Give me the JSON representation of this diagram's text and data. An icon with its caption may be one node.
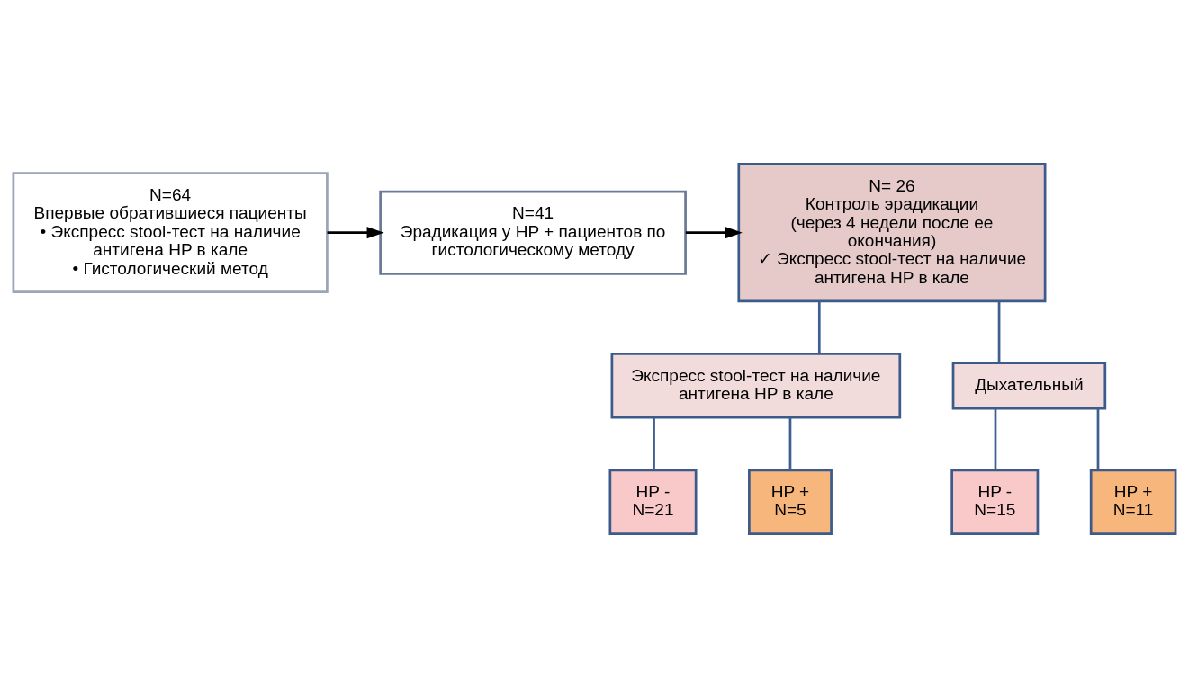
{
  "diagram": {
    "nodes": [
      {
        "text": [
          "N=64",
          "Впервые обратившиеся пациенты",
          "• Экспресс stool-тест на наличие антигена HP в кале",
          "• Гистологический метод"
        ]
      },
      {
        "text": [
          "N=41",
          "Эрадикация у HP + пациентов по гистологическому методу"
        ]
      },
      {
        "text": [
          "N= 26",
          "Контроль эрадикации",
          "(через 4 недели после ее окончания)",
          "✓ Экспресс stool-тест на наличие антигена HP в кале"
        ]
      },
      {
        "text": [
          "Экспресс stool-тест на наличие антигена HP в кале"
        ]
      },
      {
        "text": [
          "Дыхательный"
        ]
      },
      {
        "text": [
          "HP -",
          "N=21"
        ]
      },
      {
        "text": [
          "HP +",
          "N=5"
        ]
      },
      {
        "text": [
          "HP -",
          "N=15"
        ]
      },
      {
        "text": [
          "HP +",
          "N=11"
        ]
      }
    ],
    "edges": [
      {
        "from": 0,
        "to": 1,
        "arrow": "to",
        "color": "#000000"
      },
      {
        "from": 1,
        "to": 2,
        "arrow": "to",
        "color": "#000000"
      },
      {
        "from": 2,
        "to": 3,
        "arrow": "none"
      },
      {
        "from": 2,
        "to": 4,
        "arrow": "none"
      },
      {
        "from": 3,
        "to": 5,
        "arrow": "none"
      },
      {
        "from": 3,
        "to": 6,
        "arrow": "none"
      },
      {
        "from": 4,
        "to": 7,
        "arrow": "none"
      },
      {
        "from": 4,
        "to": 8,
        "arrow": "none"
      }
    ]
  }
}
